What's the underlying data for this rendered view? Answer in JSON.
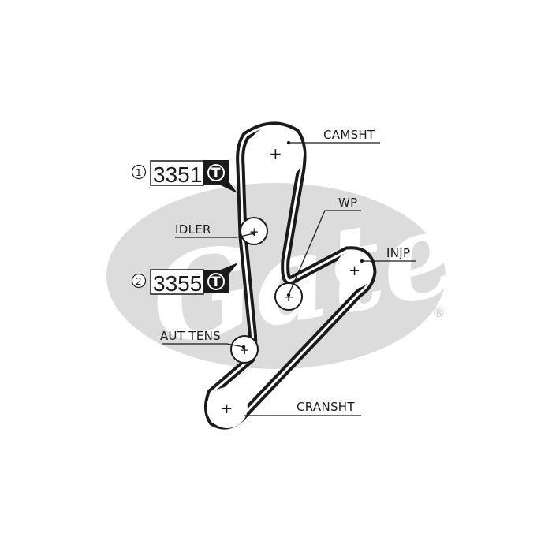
{
  "brand": {
    "watermark_text": "Gates",
    "registered_mark": "®",
    "watermark_color": "#dcdcdc"
  },
  "colors": {
    "belt": "#1a1a1a",
    "text": "#1a1a1a",
    "badge_bg": "#1a1a1a",
    "badge_fg": "#ffffff"
  },
  "pulleys": {
    "camsht": "CAMSHT",
    "wp": "WP",
    "idler": "IDLER",
    "injp": "INJP",
    "aut_tens": "AUT TENS",
    "cransht": "CRANSHT"
  },
  "kits": [
    {
      "index": "1",
      "code": "3351",
      "badge_icon": "tensioner-t-icon",
      "badge_letter": "T"
    },
    {
      "index": "2",
      "code": "3355",
      "badge_icon": "tensioner-t-icon",
      "badge_letter": "T"
    }
  ]
}
